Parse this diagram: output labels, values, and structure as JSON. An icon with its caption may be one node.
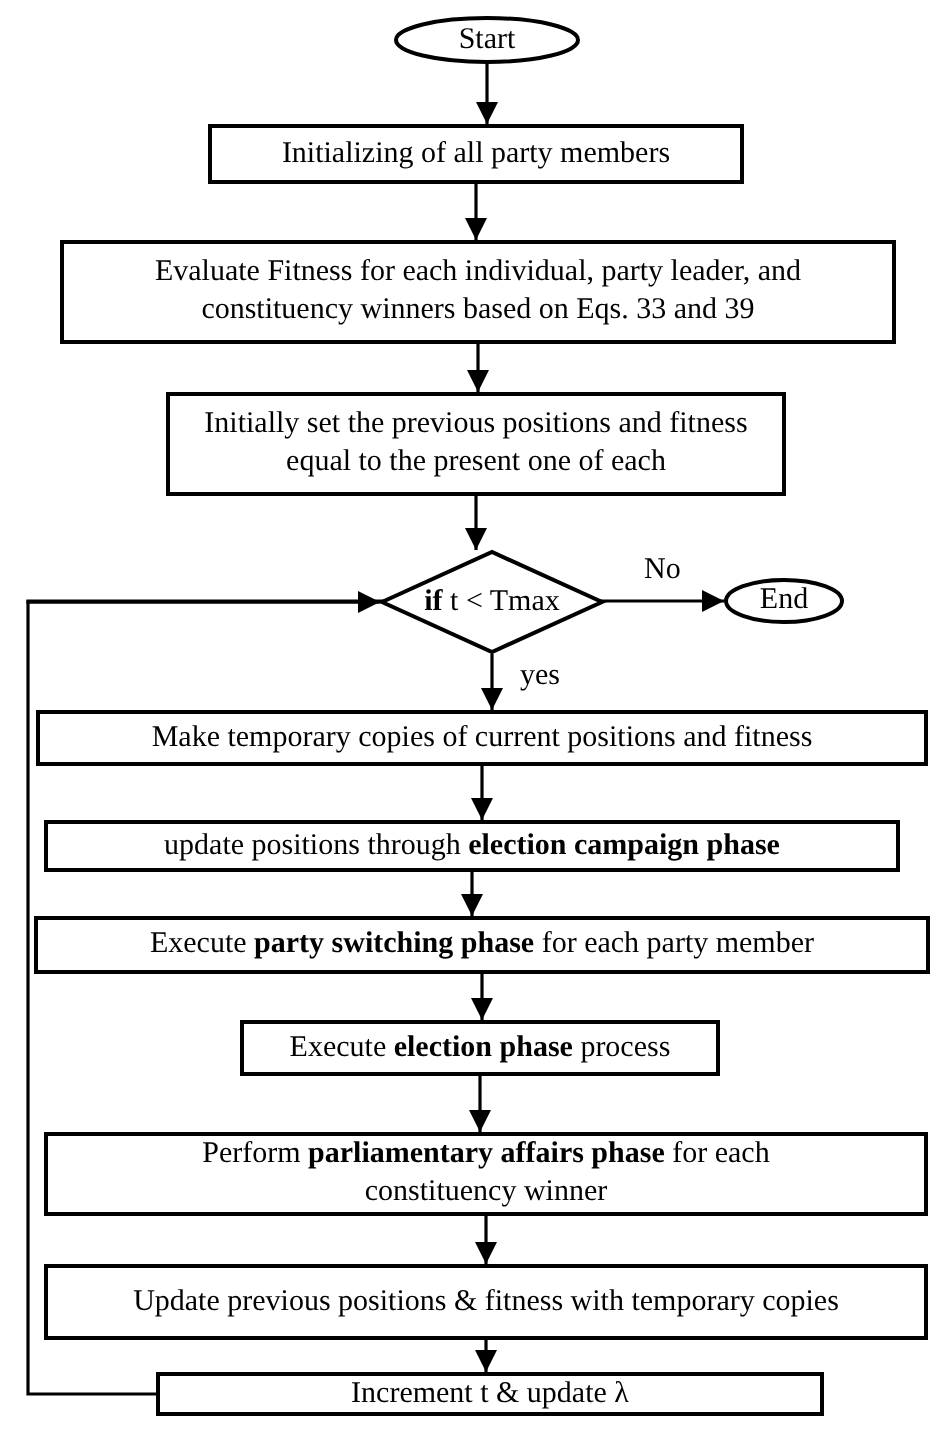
{
  "diagram": {
    "nodes": [
      {
        "text": [
          "Start"
        ]
      },
      {
        "text": [
          "Initializing of all party members"
        ]
      },
      {
        "text": [
          "Evaluate Fitness for each individual, party leader, and constituency winners based on Eqs. 33 and 39"
        ]
      },
      {
        "text": [
          "Initially set the previous positions and fitness equal to the present one of each"
        ]
      },
      {
        "text": [
          "**if** t < Tmax"
        ]
      },
      {
        "text": [
          "End"
        ]
      },
      {
        "text": [
          "Make temporary copies of current positions and fitness"
        ]
      },
      {
        "text": [
          "update positions through **election campaign phase**"
        ]
      },
      {
        "text": [
          "Execute **party switching phase** for each party member"
        ]
      },
      {
        "text": [
          "Execute **election phase** process"
        ]
      },
      {
        "text": [
          "Perform **parliamentary affairs phase** for each constituency winner"
        ]
      },
      {
        "text": [
          "Update previous positions & fitness with temporary copies"
        ]
      },
      {
        "text": [
          "Increment t & update λ"
        ]
      }
    ],
    "edges": [
      {
        "from": 0,
        "to": 1,
        "arrow": "to"
      },
      {
        "from": 1,
        "to": 2,
        "arrow": "to"
      },
      {
        "from": 2,
        "to": 3,
        "arrow": "to"
      },
      {
        "from": 3,
        "to": 4,
        "arrow": "to"
      },
      {
        "from": 4,
        "to": 5,
        "arrow": "to",
        "label": "No"
      },
      {
        "from": 4,
        "to": 6,
        "arrow": "to",
        "label": "yes"
      },
      {
        "from": 6,
        "to": 7,
        "arrow": "to"
      },
      {
        "from": 7,
        "to": 8,
        "arrow": "to"
      },
      {
        "from": 8,
        "to": 9,
        "arrow": "to"
      },
      {
        "from": 9,
        "to": 10,
        "arrow": "to"
      },
      {
        "from": 10,
        "to": 11,
        "arrow": "to"
      },
      {
        "from": 11,
        "to": 12,
        "arrow": "to"
      },
      {
        "from": 12,
        "to": 4,
        "arrow": "to"
      }
    ]
  }
}
